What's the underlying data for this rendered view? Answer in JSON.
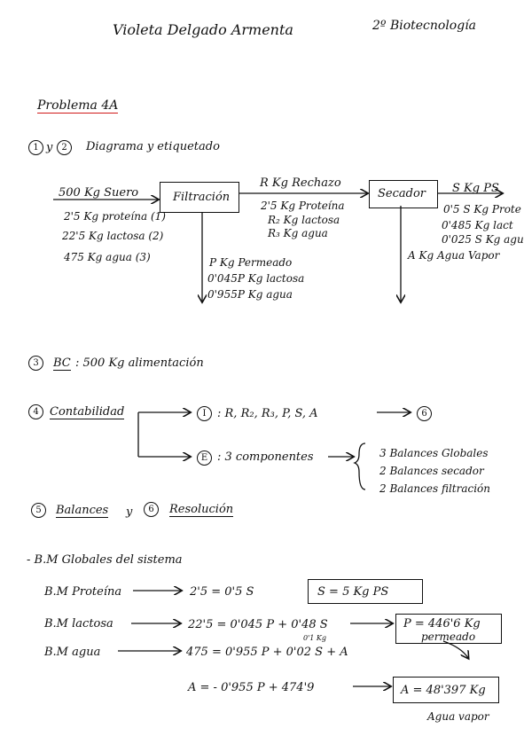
{
  "header": {
    "name": "Violeta Delgado Armenta",
    "course": "2º Biotecnología"
  },
  "problem_title": "Problema 4A",
  "step12": {
    "n1": "1",
    "n2": "2",
    "joiner": "y",
    "text": "Diagrama y etiquetado"
  },
  "diagram": {
    "feed_label": "500 Kg Suero",
    "feed_items": [
      "2'5 Kg proteína (1)",
      "22'5 Kg lactosa (2)",
      "475 Kg agua (3)"
    ],
    "filtration_label": "Filtración",
    "reject_label": "R Kg Rechazo",
    "reject_items": [
      "2'5 Kg Proteína",
      "R₂ Kg lactosa",
      "R₃ Kg agua"
    ],
    "dryer_label": "Secador",
    "product_label": "S Kg PS",
    "product_items": [
      "0'5 S Kg Prote",
      "0'485 Kg lact",
      "0'025 S Kg agu"
    ],
    "permeate_label": "P Kg Permeado",
    "permeate_items": [
      "0'045P Kg lactosa",
      "0'955P Kg agua"
    ],
    "vapor_label": "A Kg Agua Vapor"
  },
  "step3": {
    "n": "3",
    "label": "BC",
    "text": ": 500 Kg alimentación"
  },
  "step4": {
    "n": "4",
    "label": "Contabilidad",
    "unknowns_symbol": "I",
    "unknowns_text": ": R, R₂, R₃, P, S, A",
    "unknowns_result": "6",
    "eq_symbol": "E",
    "eq_text": ": 3 componentes",
    "eq_items": [
      "3 Balances Globales",
      "2 Balances secador",
      "2 Balances filtración"
    ]
  },
  "step56": {
    "n5": "5",
    "label5": "Balances",
    "joiner": "y",
    "n6": "6",
    "label6": "Resolución"
  },
  "balances": {
    "heading": "- B.M Globales del sistema",
    "rows": [
      {
        "label": "B.M Proteína",
        "equation": "2'5 = 0'5 S",
        "result": "S = 5 Kg PS",
        "note": ""
      },
      {
        "label": "B.M lactosa",
        "equation": "22'5 = 0'045 P + 0'48 S",
        "result": "P = 446'6 Kg",
        "note": "permeado"
      },
      {
        "label": "B.M agua",
        "equation": "475 = 0'955 P + 0'02 S + A",
        "over": "0'1 Kg",
        "result": "",
        "note": ""
      }
    ],
    "final": {
      "equation": "A = - 0'955 P + 474'9",
      "result": "A = 48'397 Kg",
      "note": "Agua vapor"
    }
  }
}
